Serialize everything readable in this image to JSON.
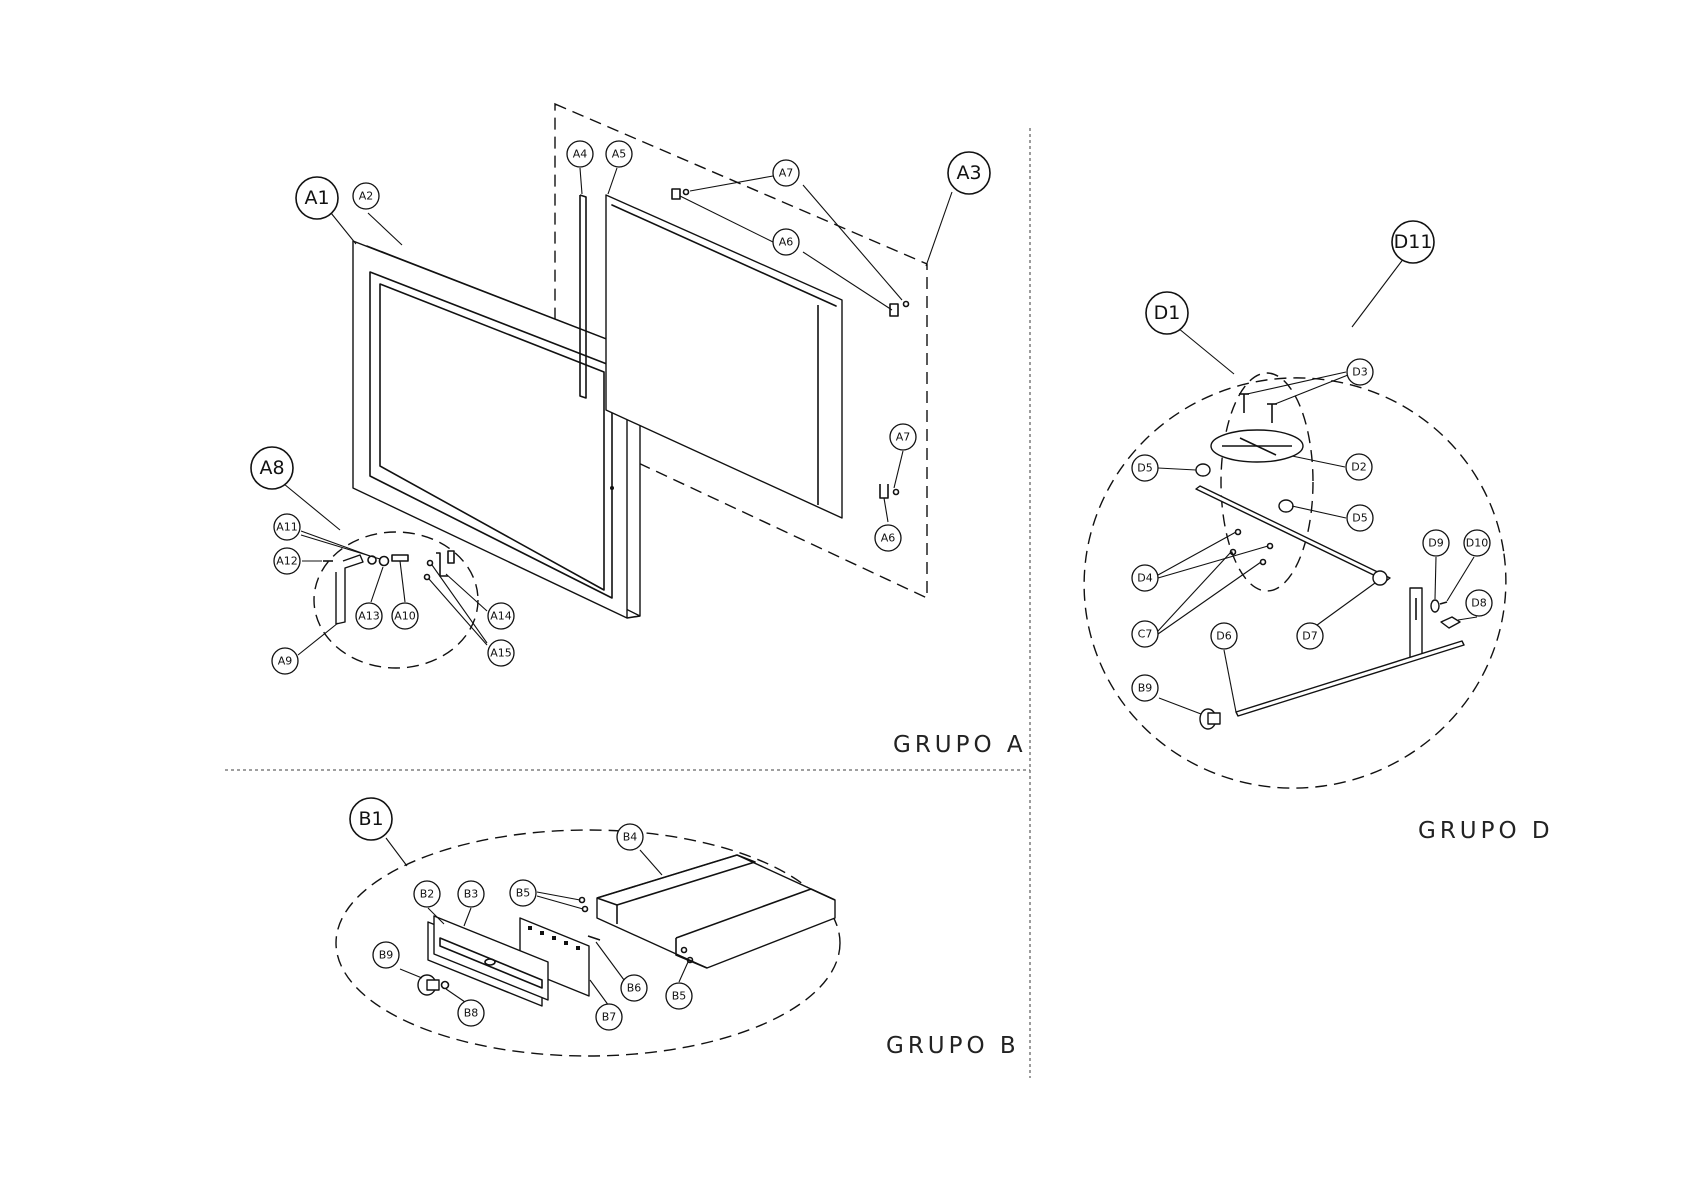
{
  "groups": {
    "a": "GRUPO  A",
    "b": "GRUPO  B",
    "d": "GRUPO  D"
  },
  "callouts": {
    "A1": "A1",
    "A2": "A2",
    "A3": "A3",
    "A4": "A4",
    "A5": "A5",
    "A6": "A6",
    "A6b": "A6",
    "A7": "A7",
    "A7b": "A7",
    "A8": "A8",
    "A9": "A9",
    "A10": "A10",
    "A11": "A11",
    "A12": "A12",
    "A13": "A13",
    "A14": "A14",
    "A15": "A15",
    "B1": "B1",
    "B2": "B2",
    "B3": "B3",
    "B4": "B4",
    "B5": "B5",
    "B5b": "B5",
    "B6": "B6",
    "B7": "B7",
    "B8": "B8",
    "B9": "B9",
    "D1": "D1",
    "D2": "D2",
    "D3": "D3",
    "D4": "D4",
    "D5": "D5",
    "D5b": "D5",
    "D6": "D6",
    "D7": "D7",
    "D8": "D8",
    "D9": "D9",
    "D10": "D10",
    "D11": "D11",
    "C7": "C7",
    "B9d": "B9"
  }
}
